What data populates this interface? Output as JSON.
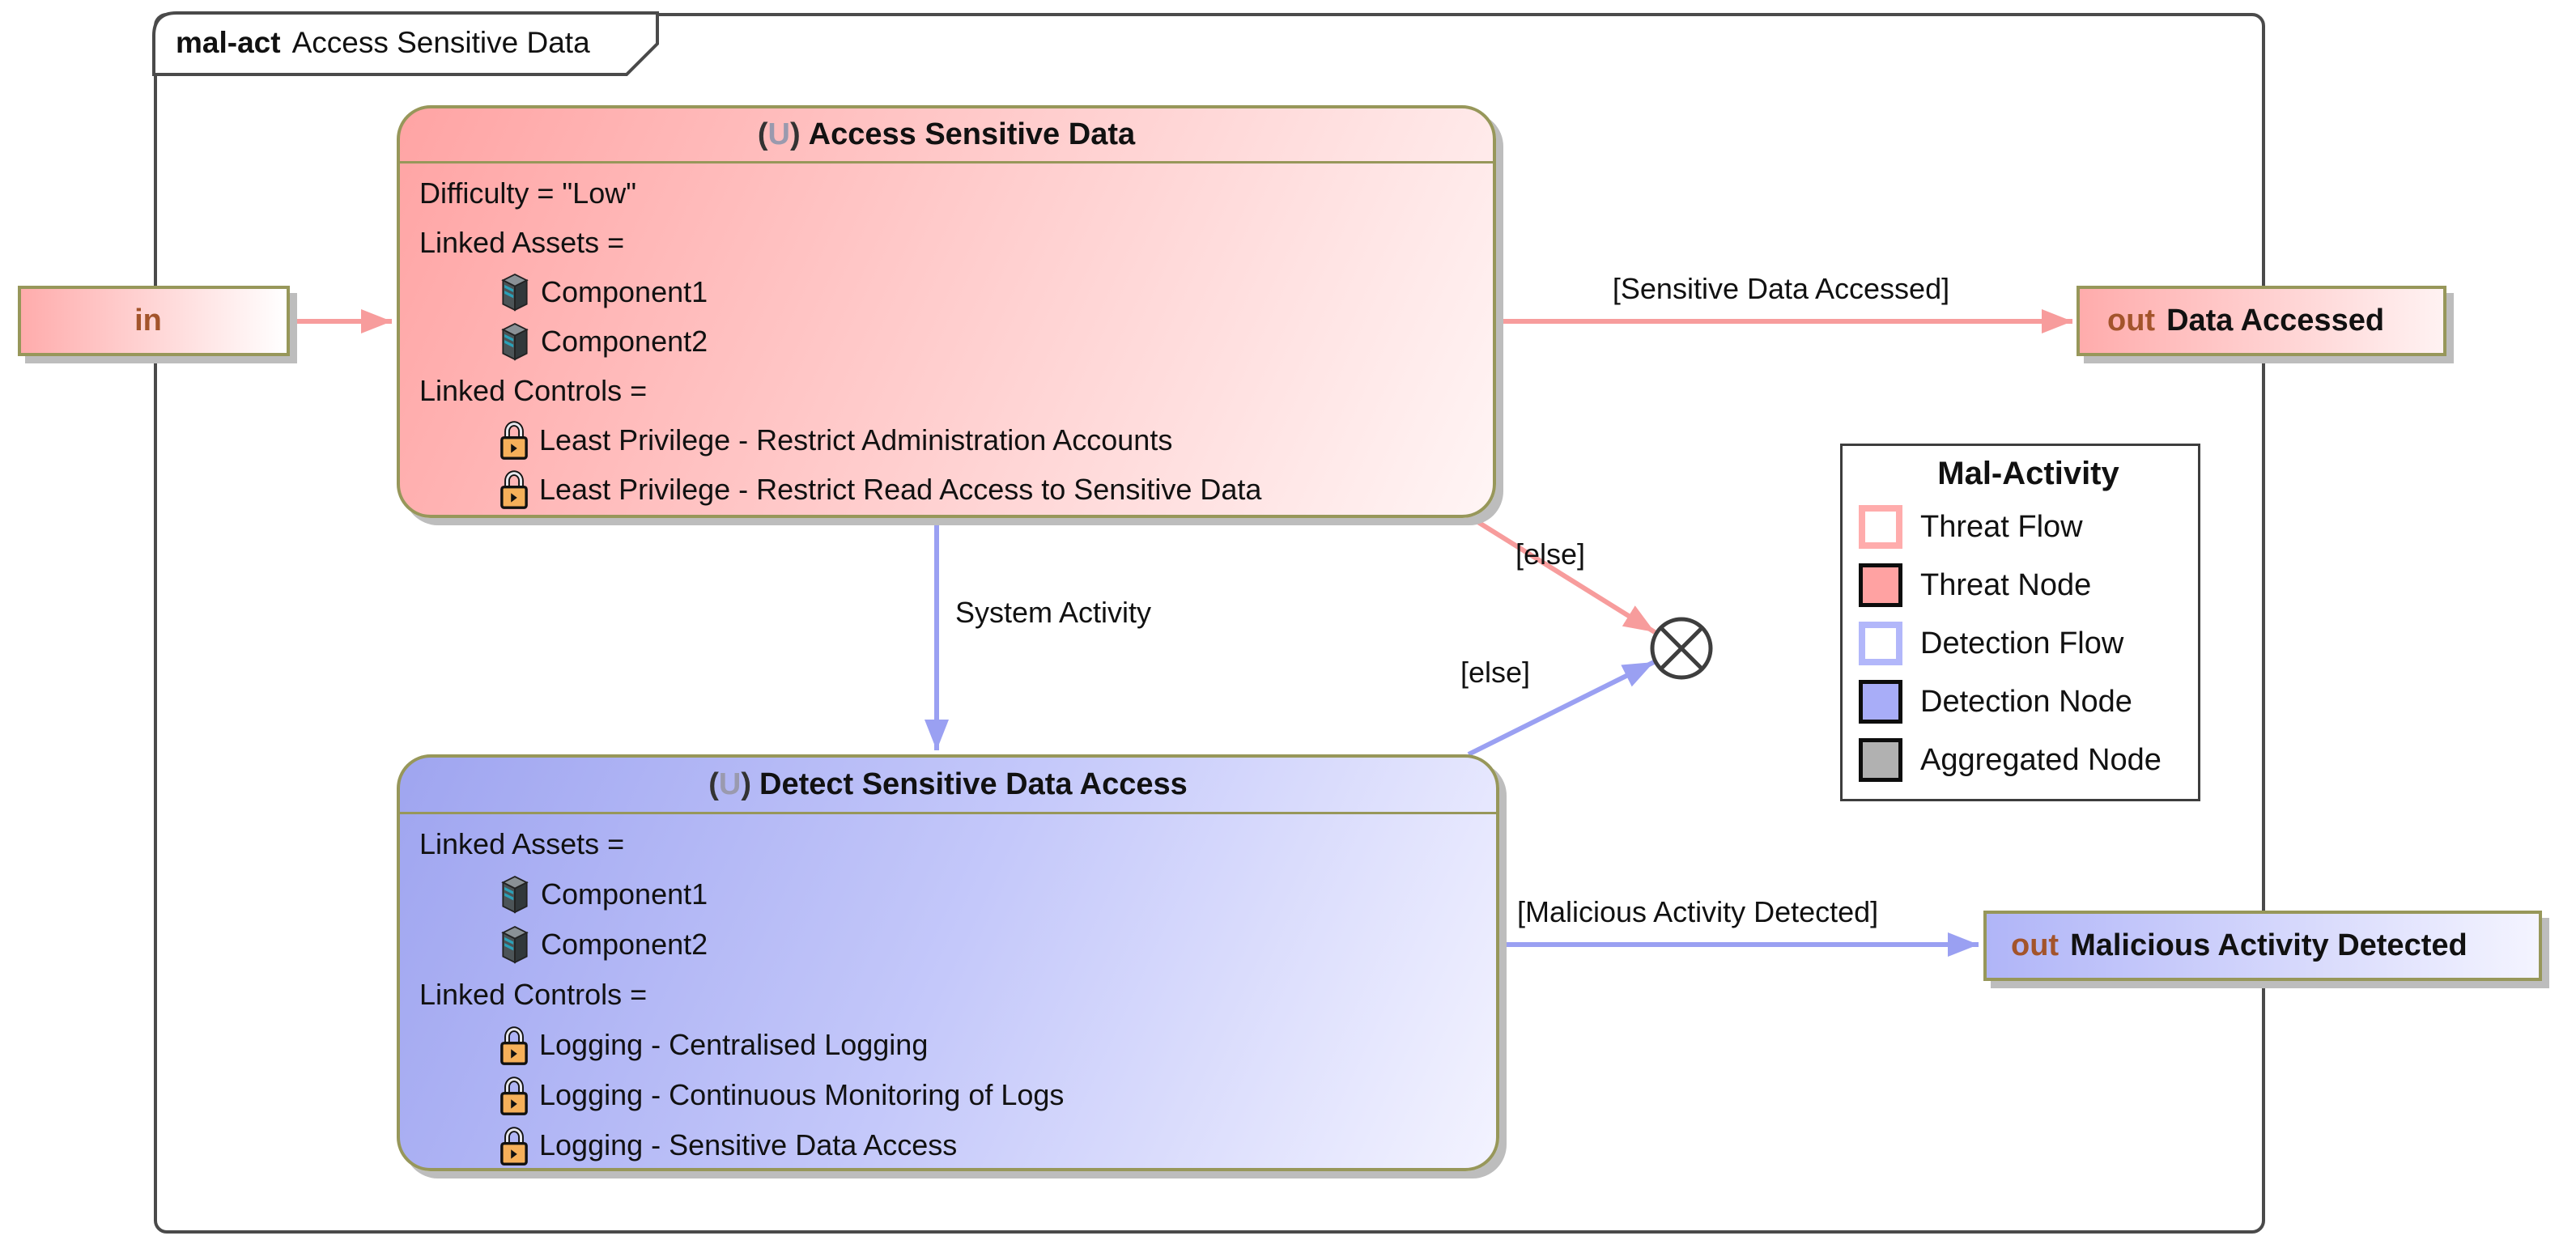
{
  "frame": {
    "tag": "mal-act",
    "title": "Access Sensitive Data"
  },
  "nodes": {
    "threat": {
      "prefix_open": "(",
      "prefix_u": "U",
      "prefix_close": ")",
      "title": "Access Sensitive Data",
      "rows": [
        {
          "text": "Difficulty = \"Low\""
        },
        {
          "text": "Linked Assets ="
        },
        {
          "text": "Component1",
          "icon": "component"
        },
        {
          "text": "Component2",
          "icon": "component"
        },
        {
          "text": "Linked Controls ="
        },
        {
          "text": "Least Privilege - Restrict Administration Accounts",
          "icon": "lock"
        },
        {
          "text": "Least Privilege - Restrict Read Access to Sensitive Data",
          "icon": "lock"
        }
      ]
    },
    "detection": {
      "prefix_open": "(",
      "prefix_u": "U",
      "prefix_close": ")",
      "title": "Detect Sensitive Data Access",
      "rows": [
        {
          "text": "Linked Assets ="
        },
        {
          "text": "Component1",
          "icon": "component"
        },
        {
          "text": "Component2",
          "icon": "component"
        },
        {
          "text": "Linked Controls ="
        },
        {
          "text": "Logging - Centralised Logging",
          "icon": "lock"
        },
        {
          "text": "Logging - Continuous Monitoring of Logs",
          "icon": "lock"
        },
        {
          "text": "Logging - Sensitive Data Access",
          "icon": "lock"
        }
      ]
    }
  },
  "params": {
    "in": {
      "keyword": "in",
      "label": ""
    },
    "out_data": {
      "keyword": "out",
      "label": "Data Accessed"
    },
    "out_malicious": {
      "keyword": "out",
      "label": "Malicious Activity Detected"
    }
  },
  "edges": {
    "sensitive_label": "[Sensitive Data Accessed]",
    "system_activity_label": "System Activity",
    "else_top_label": "[else]",
    "else_bottom_label": "[else]",
    "malicious_label": "[Malicious Activity Detected]"
  },
  "legend": {
    "title": "Mal-Activity",
    "items": [
      {
        "label": "Threat Flow"
      },
      {
        "label": "Threat Node"
      },
      {
        "label": "Detection Flow"
      },
      {
        "label": "Detection Node"
      },
      {
        "label": "Aggregated Node"
      }
    ]
  },
  "colors": {
    "threat_node_fill": "#ffa4a4",
    "detection_node_fill": "#a8adf8",
    "aggregated_node_fill": "#b1b1b1",
    "node_border": "#97975a",
    "threat_flow": "#f79c9c",
    "detection_flow": "#9aa0f2",
    "frame_border": "#4a4a4a",
    "keyword_text": "#a3542b"
  }
}
